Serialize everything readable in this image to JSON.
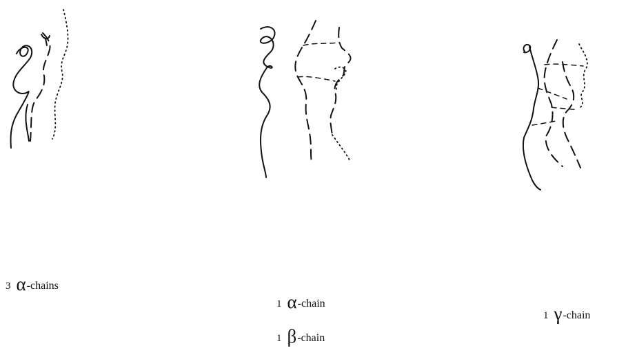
{
  "labels": {
    "alpha3": {
      "number": "3",
      "symbol": "α",
      "suffix": "-chains"
    },
    "alpha1": {
      "number": "1",
      "symbol": "α",
      "suffix": "-chain"
    },
    "beta1": {
      "number": "1",
      "symbol": "β",
      "suffix": "-chain"
    },
    "gamma1": {
      "number": "1",
      "symbol": "γ",
      "suffix": "-chain"
    }
  },
  "colors": {
    "ink": "#111111",
    "background": "#ffffff"
  }
}
